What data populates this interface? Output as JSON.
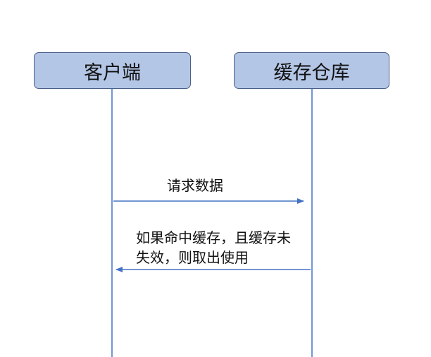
{
  "participants": {
    "client": "客户端",
    "cache": "缓存仓库"
  },
  "messages": {
    "request": "请求数据",
    "response_line1": "如果命中缓存，且缓存未",
    "response_line2": "失效，则取出使用"
  },
  "colors": {
    "box_fill": "#b4c6e6",
    "box_border": "#4a5f86",
    "line": "#4472c4"
  }
}
